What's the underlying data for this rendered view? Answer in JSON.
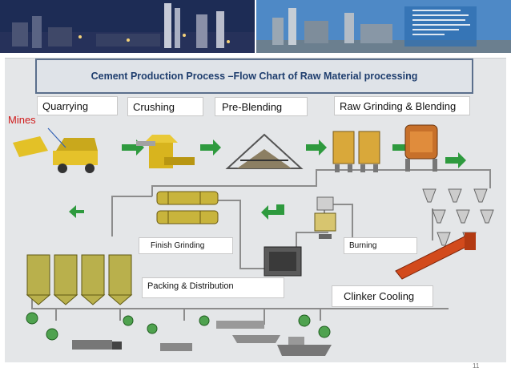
{
  "title": "Cement Production Process –Flow Chart of Raw Material processing",
  "stages": {
    "quarrying": "Quarrying",
    "crushing": "Crushing",
    "pre_blending": "Pre-Blending",
    "raw_grinding": "Raw Grinding & Blending",
    "finish_grinding": "Finish Grinding",
    "burning": "Burning",
    "packing": "Packing & Distribution",
    "clinker_cooling": "Clinker Cooling"
  },
  "mines_label": "Mines",
  "page_number": "11",
  "colors": {
    "title_border": "#5b6f8c",
    "title_text": "#1f3e6e",
    "mines": "#d01b1b",
    "arrow_green": "#2e9a3e",
    "machine_yellow": "#d9b31c",
    "kiln_red": "#d24a1c",
    "diagram_bg": "#e4e6e8"
  }
}
